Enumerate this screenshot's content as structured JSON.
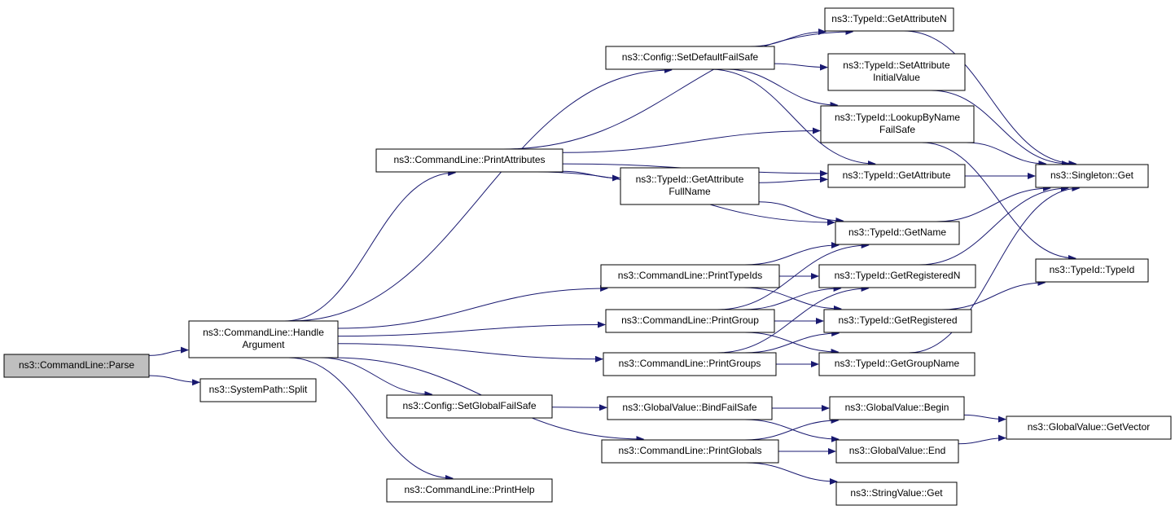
{
  "colors": {
    "edge": "#191970",
    "node_border": "#000000",
    "root_fill": "#bfbfbf",
    "node_fill": "#ffffff"
  },
  "nodes": [
    {
      "id": "parse",
      "lines": [
        "ns3::CommandLine::Parse"
      ],
      "root": true
    },
    {
      "id": "handle",
      "lines": [
        "ns3::CommandLine::Handle",
        "Argument"
      ]
    },
    {
      "id": "split",
      "lines": [
        "ns3::SystemPath::Split"
      ]
    },
    {
      "id": "printattr",
      "lines": [
        "ns3::CommandLine::PrintAttributes"
      ]
    },
    {
      "id": "setdefault",
      "lines": [
        "ns3::Config::SetDefaultFailSafe"
      ]
    },
    {
      "id": "printtypeids",
      "lines": [
        "ns3::CommandLine::PrintTypeIds"
      ]
    },
    {
      "id": "printgroup",
      "lines": [
        "ns3::CommandLine::PrintGroup"
      ]
    },
    {
      "id": "printgroups",
      "lines": [
        "ns3::CommandLine::PrintGroups"
      ]
    },
    {
      "id": "setglobal",
      "lines": [
        "ns3::Config::SetGlobalFailSafe"
      ]
    },
    {
      "id": "printglobals",
      "lines": [
        "ns3::CommandLine::PrintGlobals"
      ]
    },
    {
      "id": "printhelp",
      "lines": [
        "ns3::CommandLine::PrintHelp"
      ]
    },
    {
      "id": "getattrfull",
      "lines": [
        "ns3::TypeId::GetAttribute",
        "FullName"
      ]
    },
    {
      "id": "bindfailsafe",
      "lines": [
        "ns3::GlobalValue::BindFailSafe"
      ]
    },
    {
      "id": "getattrn",
      "lines": [
        "ns3::TypeId::GetAttributeN"
      ]
    },
    {
      "id": "setattrinit",
      "lines": [
        "ns3::TypeId::SetAttribute",
        "InitialValue"
      ]
    },
    {
      "id": "lookup",
      "lines": [
        "ns3::TypeId::LookupByName",
        "FailSafe"
      ]
    },
    {
      "id": "getattr",
      "lines": [
        "ns3::TypeId::GetAttribute"
      ]
    },
    {
      "id": "getname",
      "lines": [
        "ns3::TypeId::GetName"
      ]
    },
    {
      "id": "getregn",
      "lines": [
        "ns3::TypeId::GetRegisteredN"
      ]
    },
    {
      "id": "getreg",
      "lines": [
        "ns3::TypeId::GetRegistered"
      ]
    },
    {
      "id": "getgroupname",
      "lines": [
        "ns3::TypeId::GetGroupName"
      ]
    },
    {
      "id": "gvbegin",
      "lines": [
        "ns3::GlobalValue::Begin"
      ]
    },
    {
      "id": "gvend",
      "lines": [
        "ns3::GlobalValue::End"
      ]
    },
    {
      "id": "strget",
      "lines": [
        "ns3::StringValue::Get"
      ]
    },
    {
      "id": "singleton",
      "lines": [
        "ns3::Singleton::Get"
      ]
    },
    {
      "id": "typeid",
      "lines": [
        "ns3::TypeId::TypeId"
      ]
    },
    {
      "id": "getvector",
      "lines": [
        "ns3::GlobalValue::GetVector"
      ]
    }
  ],
  "edges": [
    [
      "parse",
      "handle"
    ],
    [
      "parse",
      "split"
    ],
    [
      "handle",
      "setdefault"
    ],
    [
      "handle",
      "printattr"
    ],
    [
      "handle",
      "printtypeids"
    ],
    [
      "handle",
      "printgroup"
    ],
    [
      "handle",
      "printgroups"
    ],
    [
      "handle",
      "setglobal"
    ],
    [
      "handle",
      "printglobals"
    ],
    [
      "handle",
      "printhelp"
    ],
    [
      "setdefault",
      "getattrn"
    ],
    [
      "setdefault",
      "setattrinit"
    ],
    [
      "setdefault",
      "lookup"
    ],
    [
      "setdefault",
      "getattr"
    ],
    [
      "printattr",
      "getattrn"
    ],
    [
      "printattr",
      "lookup"
    ],
    [
      "printattr",
      "getattr"
    ],
    [
      "printattr",
      "getattrfull"
    ],
    [
      "printattr",
      "getname"
    ],
    [
      "getattrfull",
      "getattr"
    ],
    [
      "getattrfull",
      "getname"
    ],
    [
      "printtypeids",
      "getname"
    ],
    [
      "printtypeids",
      "getregn"
    ],
    [
      "printtypeids",
      "getreg"
    ],
    [
      "printgroup",
      "getname"
    ],
    [
      "printgroup",
      "getregn"
    ],
    [
      "printgroup",
      "getreg"
    ],
    [
      "printgroup",
      "getgroupname"
    ],
    [
      "printgroups",
      "getregn"
    ],
    [
      "printgroups",
      "getreg"
    ],
    [
      "printgroups",
      "getgroupname"
    ],
    [
      "setglobal",
      "bindfailsafe"
    ],
    [
      "bindfailsafe",
      "gvbegin"
    ],
    [
      "bindfailsafe",
      "gvend"
    ],
    [
      "printglobals",
      "gvbegin"
    ],
    [
      "printglobals",
      "gvend"
    ],
    [
      "printglobals",
      "strget"
    ],
    [
      "getattrn",
      "singleton"
    ],
    [
      "setattrinit",
      "singleton"
    ],
    [
      "lookup",
      "singleton"
    ],
    [
      "lookup",
      "typeid"
    ],
    [
      "getattr",
      "singleton"
    ],
    [
      "getname",
      "singleton"
    ],
    [
      "getregn",
      "singleton"
    ],
    [
      "getreg",
      "typeid"
    ],
    [
      "getgroupname",
      "singleton"
    ],
    [
      "gvbegin",
      "getvector"
    ],
    [
      "gvend",
      "getvector"
    ]
  ]
}
